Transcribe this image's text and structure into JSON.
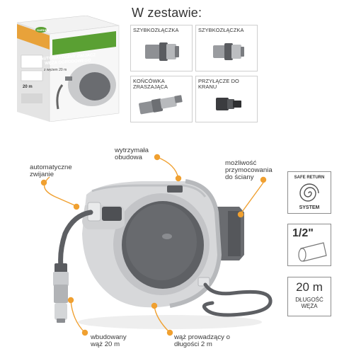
{
  "set_title": "W zestawie:",
  "box": {
    "brand": "GARDEN",
    "title": "AUTOMATYCZNY ZWIJACZ WĘŻA OGRODOWEGO",
    "subtitle": "z wężem 20 m",
    "length": "20 m"
  },
  "accessories": [
    {
      "label": "SZYBKOZŁĄCZKA"
    },
    {
      "label": "SZYBKOZŁĄCZKA"
    },
    {
      "label": "KOŃCÓWKA ZRASZAJĄCA"
    },
    {
      "label": "PRZYŁĄCZE DO KRANU"
    }
  ],
  "callouts": {
    "auto": "automatyczne zwijanie",
    "sturdy": "wytrzymała obudowa",
    "mount": "możliwość przymocowania do ściany",
    "hose": "wbudowany wąż 20 m",
    "lead": "wąż prowadzący o długości 2 m"
  },
  "features": {
    "safe_top": "SAFE RETURN",
    "safe_bottom": "SYSTEM",
    "diameter": "1/2\"",
    "length_value": "20 m",
    "length_label": "DŁUGOŚĆ WĘŻA"
  },
  "colors": {
    "accent": "#f0a030",
    "box_green": "#5aa033",
    "reel_light": "#d9dadc",
    "reel_dark": "#5c5e62"
  }
}
